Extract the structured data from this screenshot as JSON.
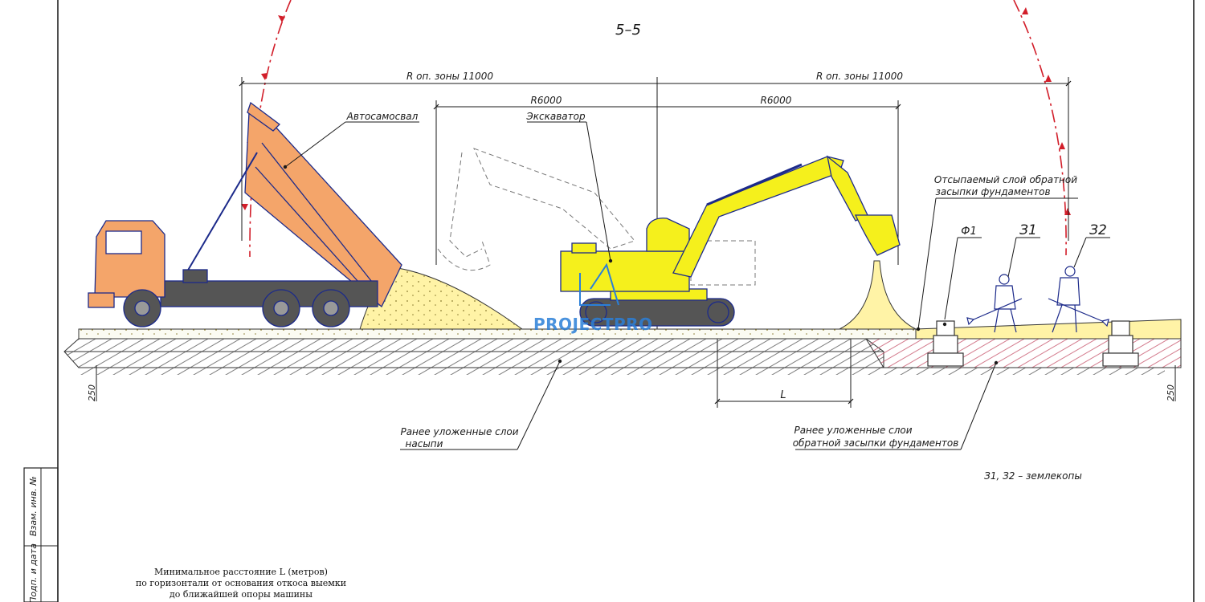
{
  "section_title": "5–5",
  "dimensions": {
    "zone_left": "R оп. зоны 11000",
    "zone_right": "R оп. зоны 11000",
    "reach_left": "R6000",
    "reach_right": "R6000",
    "distance_L": "L",
    "layer_left": "250",
    "layer_right": "250"
  },
  "labels": {
    "dump_truck": "Автосамосвал",
    "excavator": "Экскаватор",
    "backfill_layer_line1": "Отсыпаемый слой обратной",
    "backfill_layer_line2": "засыпки фундаментов",
    "foundation": "Ф1",
    "worker1": "З1",
    "worker2": "З2",
    "embankment_line1": "Ранее уложенные слои",
    "embankment_line2": "насыпи",
    "prev_backfill_line1": "Ранее уложенные слои",
    "prev_backfill_line2": "обратной засыпки фундаментов",
    "legend_workers": "З1, З2 – землекопы"
  },
  "stamp": {
    "field1": "Взам. инв. №",
    "field2": "Подп. и дата"
  },
  "caption": {
    "line1": "Минимальное расстояние L (метров)",
    "line2": "по горизонтали от основания откоса выемки",
    "line3": "до ближайшей опоры машины"
  },
  "watermark": "PROJECTPRO",
  "colors": {
    "truck_body": "#f4a56a",
    "excavator": "#f5f01c",
    "sand": "#fff3a6",
    "line": "#1c2a8a",
    "danger": "#d21e2a"
  }
}
